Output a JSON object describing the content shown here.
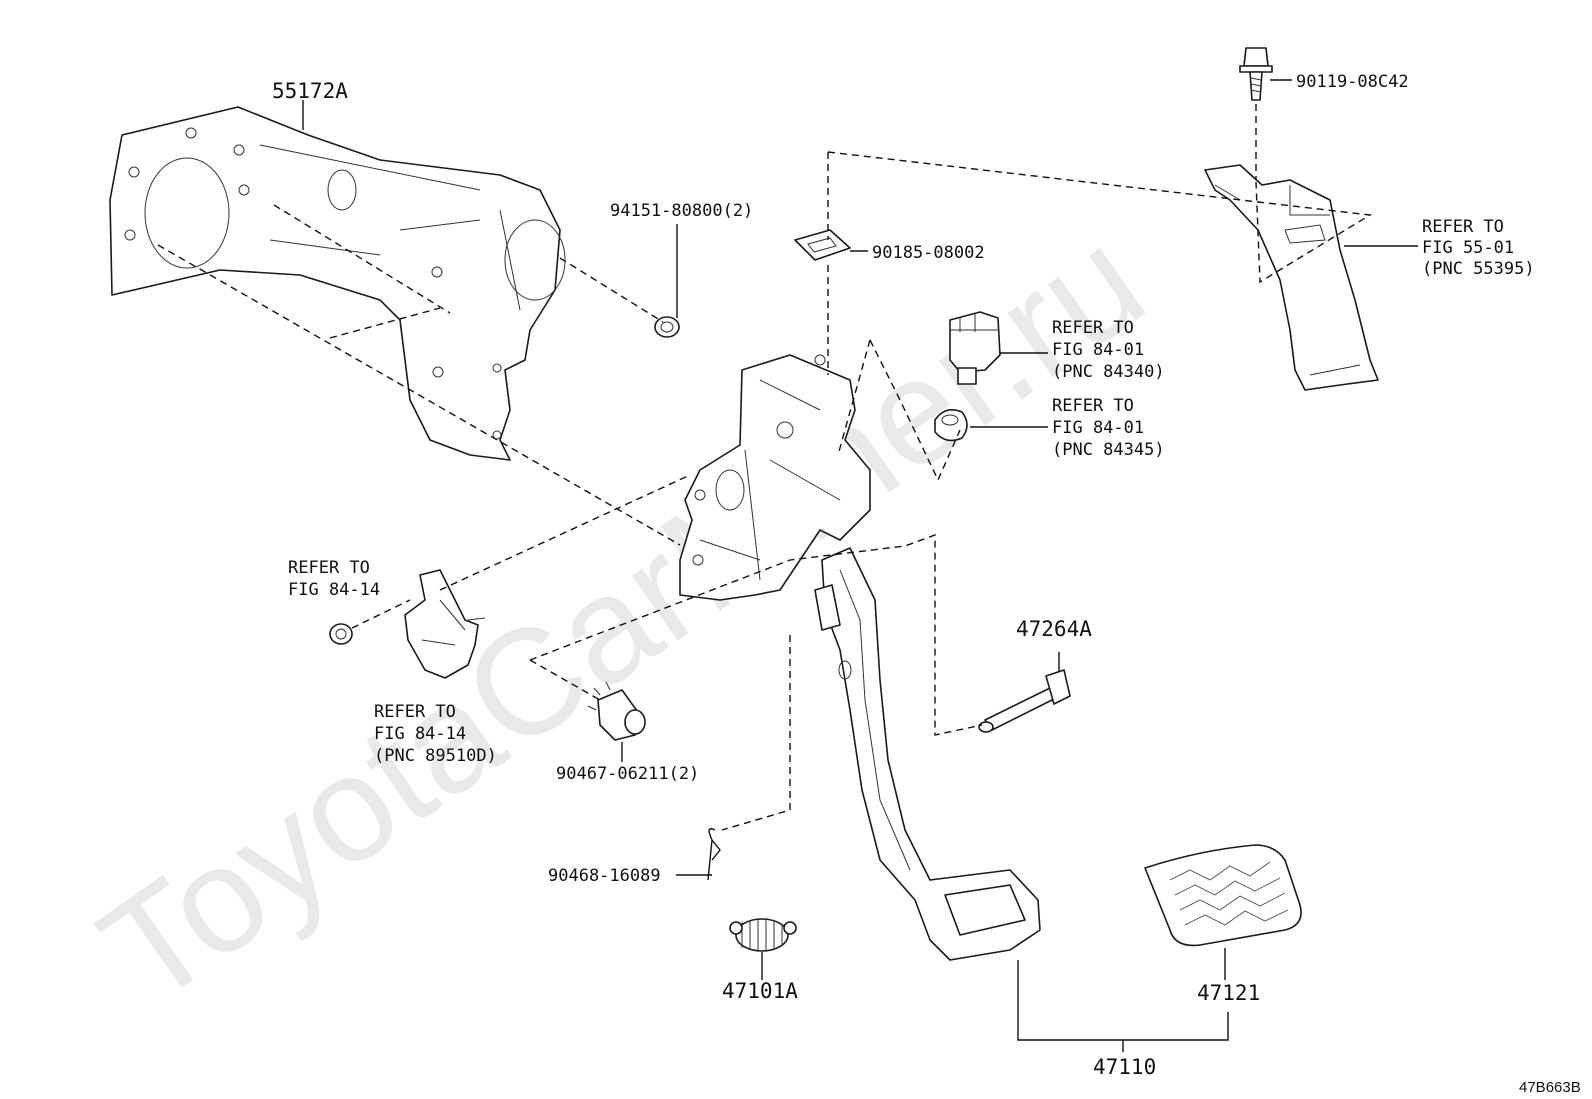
{
  "watermark": "ToyotaCarMiner.ru",
  "diagram_code": "47B663B",
  "labels": {
    "l55172a": "55172A",
    "l94151": "94151-80800(2)",
    "l90185": "90185-08002",
    "l90119": "90119-08C42",
    "refer_55_1": "REFER TO",
    "refer_55_2": "FIG 55-01",
    "refer_55_3": "(PNC 55395)",
    "refer_84340_1": "REFER TO",
    "refer_84340_2": "FIG 84-01",
    "refer_84340_3": "(PNC 84340)",
    "refer_84345_1": "REFER TO",
    "refer_84345_2": "FIG 84-01",
    "refer_84345_3": "(PNC 84345)",
    "refer_8414a_1": "REFER TO",
    "refer_8414a_2": "FIG 84-14",
    "refer_8414b_1": "REFER TO",
    "refer_8414b_2": "FIG 84-14",
    "refer_8414b_3": "(PNC 89510D)",
    "l90467": "90467-06211(2)",
    "l47264a": "47264A",
    "l90468": "90468-16089",
    "l47101a": "47101A",
    "l47121": "47121",
    "l47110": "47110"
  }
}
